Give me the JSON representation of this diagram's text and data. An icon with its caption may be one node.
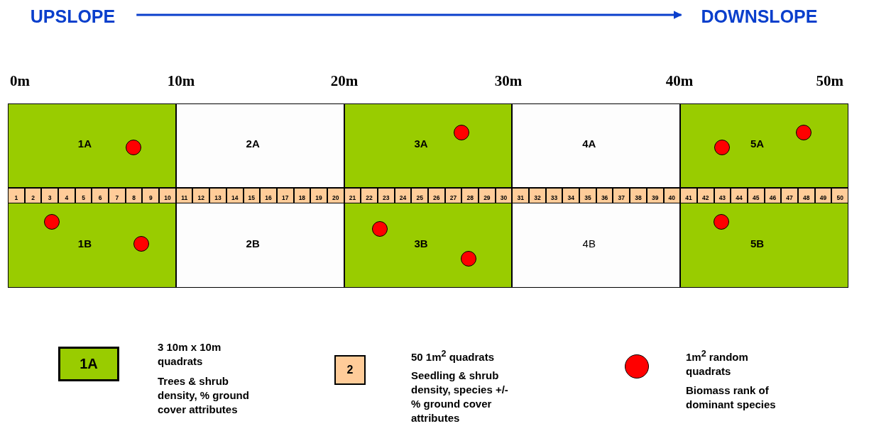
{
  "diagram": {
    "nodes": [
      {
        "text": [
          "UPSLOPE"
        ]
      },
      {
        "text": [
          "DOWNSLOPE"
        ]
      },
      {
        "text": [
          "1A"
        ]
      },
      {
        "text": [
          "2A"
        ]
      },
      {
        "text": [
          "3A"
        ]
      },
      {
        "text": [
          "4A"
        ]
      },
      {
        "text": [
          "5A"
        ]
      },
      {
        "text": [
          "1"
        ]
      },
      {
        "text": [
          "2"
        ]
      },
      {
        "text": [
          "3"
        ]
      },
      {
        "text": [
          "4"
        ]
      },
      {
        "text": [
          "5"
        ]
      },
      {
        "text": [
          "6"
        ]
      },
      {
        "text": [
          "7"
        ]
      },
      {
        "text": [
          "8"
        ]
      },
      {
        "text": [
          "9"
        ]
      },
      {
        "text": [
          "10"
        ]
      },
      {
        "text": [
          "11"
        ]
      },
      {
        "text": [
          "12"
        ]
      },
      {
        "text": [
          "13"
        ]
      },
      {
        "text": [
          "14"
        ]
      },
      {
        "text": [
          "15"
        ]
      },
      {
        "text": [
          "16"
        ]
      },
      {
        "text": [
          "17"
        ]
      },
      {
        "text": [
          "18"
        ]
      },
      {
        "text": [
          "19"
        ]
      },
      {
        "text": [
          "20"
        ]
      },
      {
        "text": [
          "21"
        ]
      },
      {
        "text": [
          "22"
        ]
      },
      {
        "text": [
          "23"
        ]
      },
      {
        "text": [
          "24"
        ]
      },
      {
        "text": [
          "25"
        ]
      },
      {
        "text": [
          "26"
        ]
      },
      {
        "text": [
          "27"
        ]
      },
      {
        "text": [
          "28"
        ]
      },
      {
        "text": [
          "29"
        ]
      },
      {
        "text": [
          "30"
        ]
      },
      {
        "text": [
          "31"
        ]
      },
      {
        "text": [
          "32"
        ]
      },
      {
        "text": [
          "33"
        ]
      },
      {
        "text": [
          "34"
        ]
      },
      {
        "text": [
          "35"
        ]
      },
      {
        "text": [
          "36"
        ]
      },
      {
        "text": [
          "37"
        ]
      },
      {
        "text": [
          "38"
        ]
      },
      {
        "text": [
          "39"
        ]
      },
      {
        "text": [
          "40"
        ]
      },
      {
        "text": [
          "41"
        ]
      },
      {
        "text": [
          "42"
        ]
      },
      {
        "text": [
          "43"
        ]
      },
      {
        "text": [
          "44"
        ]
      },
      {
        "text": [
          "45"
        ]
      },
      {
        "text": [
          "46"
        ]
      },
      {
        "text": [
          "47"
        ]
      },
      {
        "text": [
          "48"
        ]
      },
      {
        "text": [
          "49"
        ]
      },
      {
        "text": [
          "50"
        ]
      },
      {
        "text": [
          "1B"
        ]
      },
      {
        "text": [
          "2B"
        ]
      },
      {
        "text": [
          "3B"
        ]
      },
      {
        "text": [
          "4B"
        ]
      },
      {
        "text": [
          "5B"
        ]
      },
      {
        "text": [
          "1A"
        ],
        "beside": [
          "3 10m x 10m quadrats",
          "Trees & shrub density, % ground cover attributes"
        ]
      },
      {
        "text": [
          "2"
        ],
        "beside": [
          "50  1m$^{2}$ quadrats",
          "Seedling & shrub density, species +/- % ground cover attributes"
        ]
      },
      {
        "text": [],
        "shape": "circle",
        "beside": [
          "1m$^{2}$ random quadrats",
          "Biomass rank of dominant species"
        ]
      }
    ],
    "edges": [
      {
        "from": 0,
        "to": 1,
        "arrow": "to"
      }
    ],
    "labels": [
      "0m",
      "10m",
      "20m",
      "30m",
      "40m",
      "50m"
    ]
  }
}
